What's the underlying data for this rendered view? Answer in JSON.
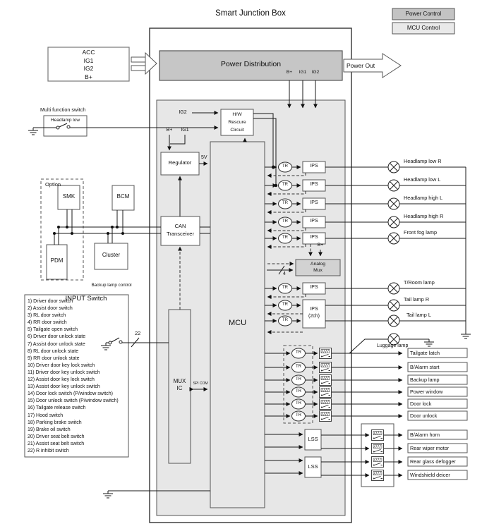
{
  "title": "Smart Junction Box",
  "legend": {
    "power": "Power Control",
    "mcu": "MCU Control"
  },
  "colors": {
    "power_fill": "#c6c6c6",
    "mcu_fill": "#e7e7e7",
    "mux_fill": "#d2d2d2"
  },
  "power_input": {
    "lines": "ACC\nIG1\nIG2\nB+"
  },
  "power_distribution": {
    "label": "Power Distribution",
    "taps": [
      "B+",
      "IG1",
      "IG2"
    ],
    "power_out": "Power Out"
  },
  "multi_function_switch": {
    "title": "Multi function switch",
    "item": "Headlamp low"
  },
  "hw_rescue": {
    "label": "H/W\nRescure\nCircuit",
    "ig2": "IG2"
  },
  "regulator": {
    "label": "Regulator",
    "b_plus": "B+",
    "ig1": "IG1",
    "out": "5V"
  },
  "option_group": {
    "title": "Option",
    "smk": "SMK",
    "pdm": "PDM"
  },
  "bcm": "BCM",
  "cluster": {
    "label": "Cluster",
    "note": "Backup lamp control"
  },
  "can": {
    "label": "CAN\nTransceiver"
  },
  "mcu": {
    "label": "MCU"
  },
  "mux": {
    "label": "MUX\nIC",
    "bus": "SPI COM",
    "wire_count": "22"
  },
  "analog_mux": {
    "label": "Analog\nMux",
    "b_plus": "B+",
    "wire_count": "4"
  },
  "labels": {
    "tr": "TR",
    "ips": "IPS",
    "ips2ch": "IPS\n(2ch)",
    "lss": "LSS"
  },
  "input_switch": {
    "title": "INPUT Switch",
    "items": [
      "1) Driver door switch",
      "2) Assist door switch",
      "3) RL door switch",
      "4) RR door switch",
      "5) Tailgate open switch",
      "6) Driver door unlock state",
      "7) Assist door unlock state",
      "8) RL door unlock state",
      "9) RR door unlock state",
      "10) Driver door key lock switch",
      "11) Driver door key unlock switch",
      "12) Assist door key lock switch",
      "13) Assist door key unlock switch",
      "14) Door lock switch (P/window switch)",
      "15) Door unlock switch (P/window switch)",
      "16) Tailgate release switch",
      "17) Hood switch",
      "18) Parking brake switch",
      "19) Brake oil switch",
      "20) Driver seat belt switch",
      "21) Assist seat belt switch",
      "22) R inhibit switch"
    ]
  },
  "lamp_outputs": [
    "Headlamp low R",
    "Headlamp low L",
    "Headlamp high L",
    "Headlamp high R",
    "Front fog lamp",
    "T/Room lamp",
    "Tail lamp R",
    "Tail lamp L"
  ],
  "luggage_lamp": "Luggage lamp",
  "relay_outputs": [
    "Tailgate latch",
    "B/Alarm start",
    "Backup lamp",
    "Power window",
    "Door lock",
    "Door unlock"
  ],
  "lss_outputs": [
    "B/Alarm horn",
    "Rear wiper motor",
    "Rear glass defogger",
    "Windshield deicer"
  ]
}
